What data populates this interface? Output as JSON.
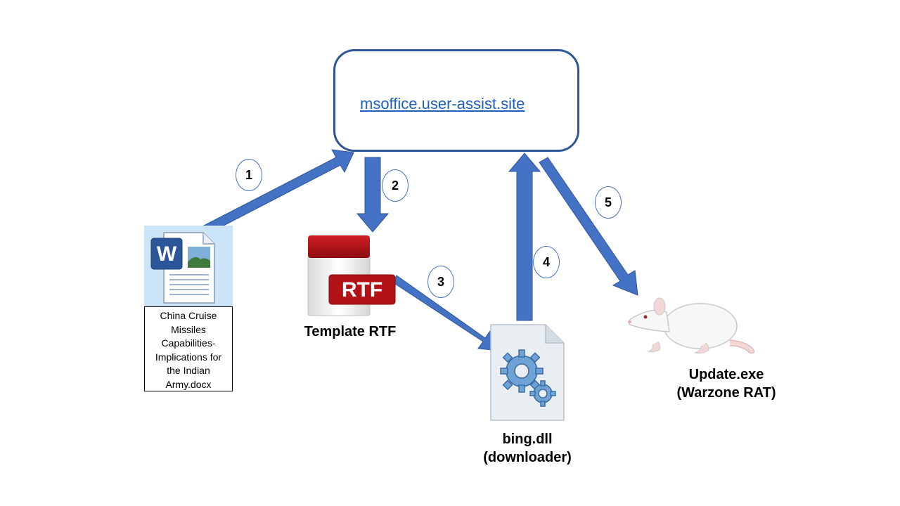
{
  "server": {
    "url": "msoffice.user-assist.site"
  },
  "steps": [
    "1",
    "2",
    "3",
    "4",
    "5"
  ],
  "doc": {
    "icon": "word-document-icon",
    "filename_lines": [
      "China Cruise",
      "Missiles",
      "Capabilities-",
      "Implications for",
      "the Indian",
      "Army.docx"
    ]
  },
  "rtf": {
    "icon": "rtf-file-icon",
    "badge": "RTF",
    "label": "Template RTF"
  },
  "dll": {
    "icon": "dll-gears-icon",
    "name": "bing.dll",
    "role": "(downloader)"
  },
  "rat": {
    "icon": "rat-icon",
    "name": "Update.exe",
    "role": "(Warzone RAT)"
  },
  "colors": {
    "arrow": "#4472c4",
    "box_border": "#2f5597",
    "link": "#1f5fbf",
    "rtf_red": "#b31217"
  }
}
